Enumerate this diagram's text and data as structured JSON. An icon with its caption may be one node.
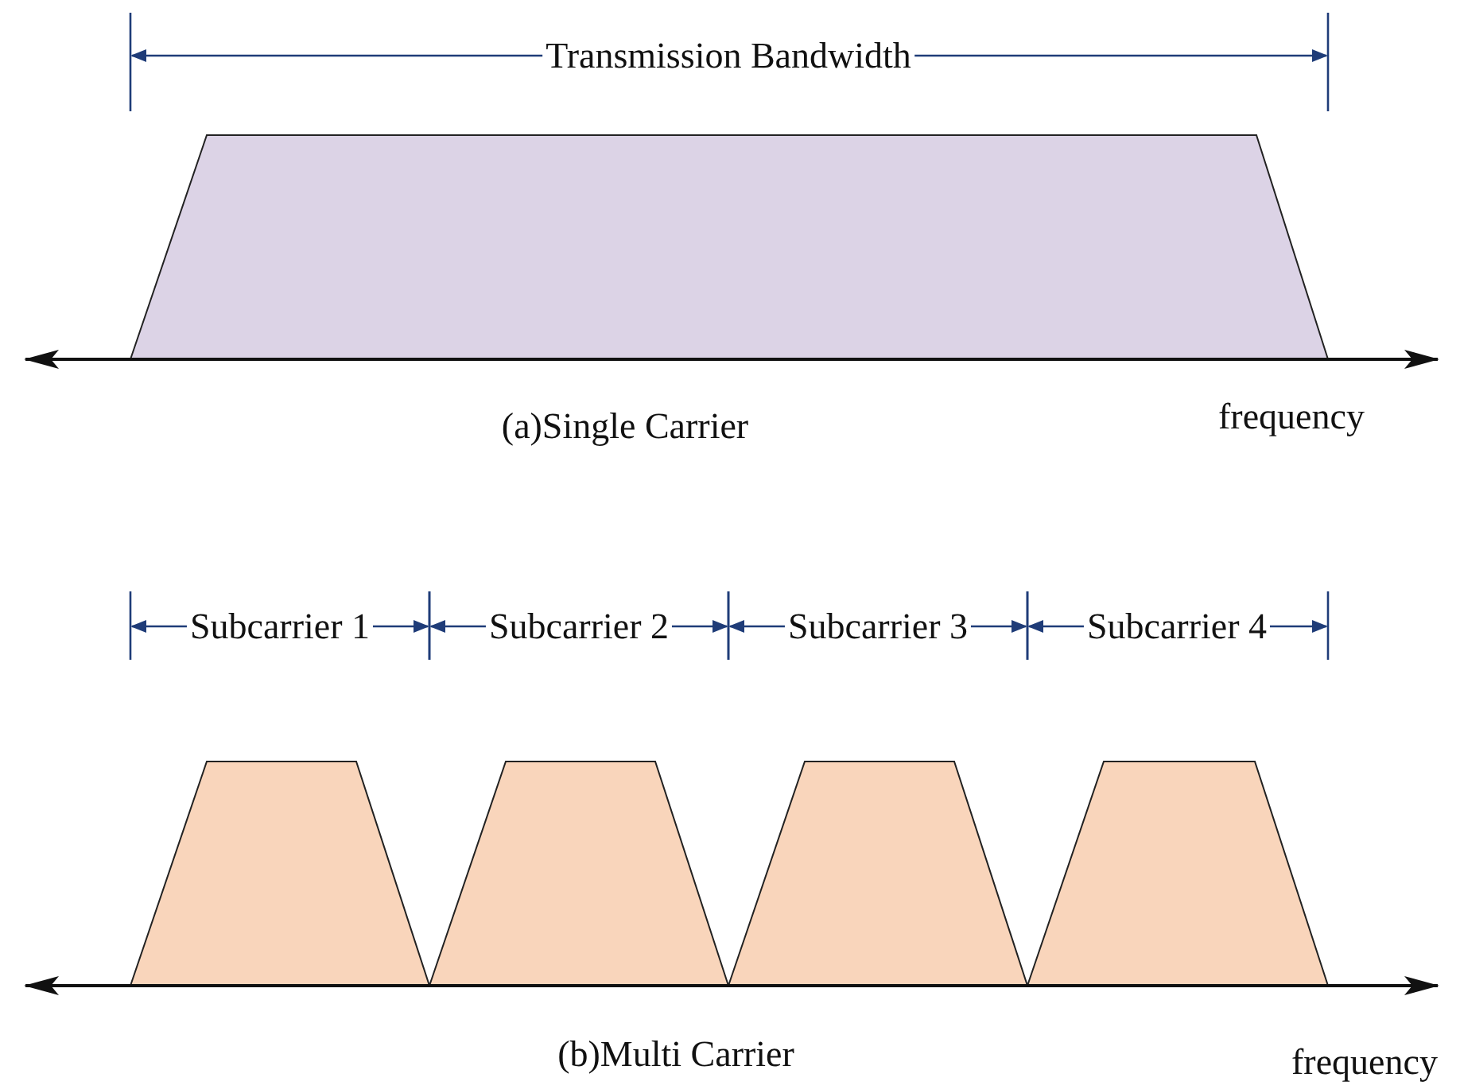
{
  "diagram": {
    "nodes": [
      {
        "text": [],
        "shape": "trapezoid"
      },
      {
        "text": [],
        "shape": "trapezoid"
      },
      {
        "text": [],
        "shape": "trapezoid"
      },
      {
        "text": [],
        "shape": "trapezoid"
      },
      {
        "text": [],
        "shape": "trapezoid"
      }
    ],
    "labels": [
      "Transmission Bandwidth",
      "(a)Single Carrier",
      "frequency",
      "Subcarrier 1",
      "Subcarrier 2",
      "Subcarrier 3",
      "Subcarrier 4",
      "(b)Multi Carrier",
      "frequency"
    ]
  }
}
